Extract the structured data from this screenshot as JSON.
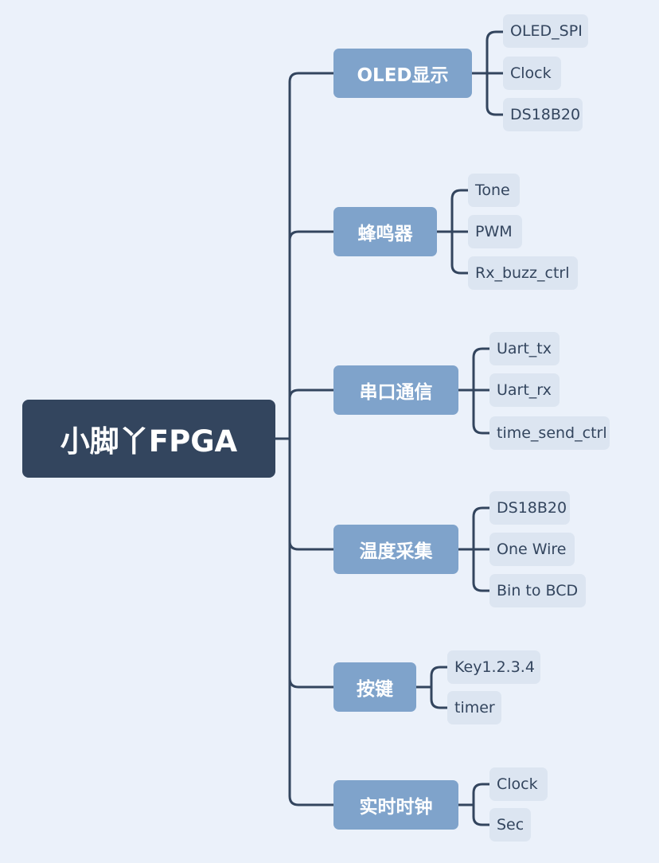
{
  "root": {
    "label": "小脚丫FPGA"
  },
  "branches": [
    {
      "label": "OLED显示",
      "children": [
        "OLED_SPI",
        "Clock",
        "DS18B20"
      ]
    },
    {
      "label": "蜂鸣器",
      "children": [
        "Tone",
        "PWM",
        "Rx_buzz_ctrl"
      ]
    },
    {
      "label": "串口通信",
      "children": [
        "Uart_tx",
        "Uart_rx",
        "time_send_ctrl"
      ]
    },
    {
      "label": "温度采集",
      "children": [
        "DS18B20",
        "One Wire",
        "Bin to BCD"
      ]
    },
    {
      "label": "按键",
      "children": [
        "Key1.2.3.4",
        "timer"
      ]
    },
    {
      "label": "实时时钟",
      "children": [
        "Clock",
        "Sec"
      ]
    }
  ],
  "colors": {
    "background": "#ebf1fa",
    "root_fill": "#33455e",
    "branch_fill": "#7fa3cb",
    "leaf_fill": "#dce5f1",
    "connector": "#33455e"
  }
}
